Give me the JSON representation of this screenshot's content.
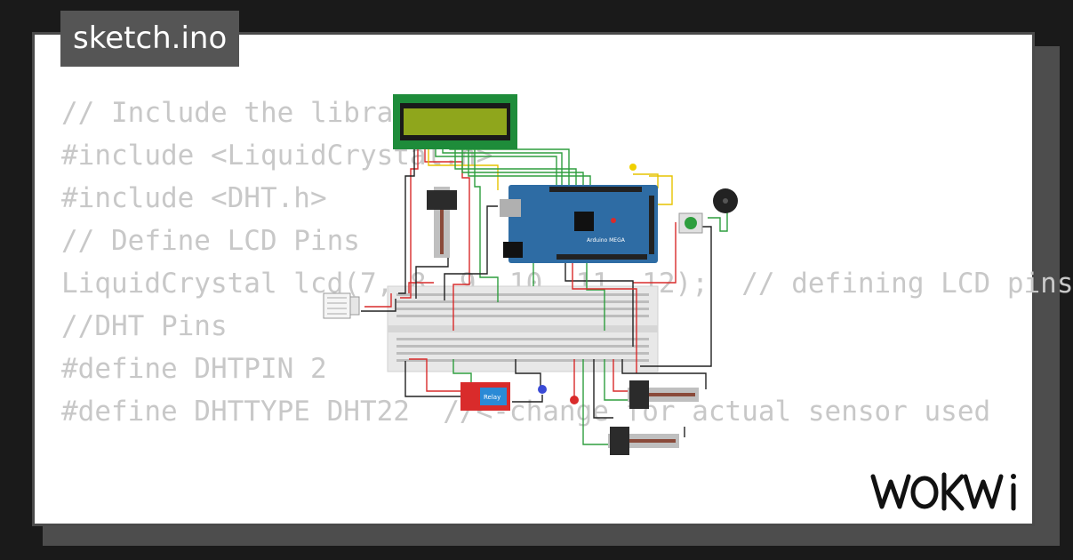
{
  "title": "sketch.ino",
  "code_lines": [
    "// Include the libraries:",
    "#include <LiquidCrystal.h>",
    "#include <DHT.h>",
    "",
    "// Define LCD Pins",
    "LiquidCrystal lcd(7, 8, 9, 10, 11, 12);  // defining LCD pins",
    "",
    "//DHT Pins",
    "#define DHTPIN 2",
    "#define DHTTYPE DHT22  //<-change for actual sensor used"
  ],
  "board": {
    "label": "Arduino MEGA",
    "color": "#2e6ca4"
  },
  "relay_label": "Relay",
  "logo_text": "WOKWI",
  "colors": {
    "wire_red": "#d92b2b",
    "wire_green": "#2e9e3e",
    "wire_black": "#222222",
    "wire_yellow": "#e6c300",
    "lcd_green": "#1e8c3a",
    "lcd_screen": "#8fa61c"
  }
}
